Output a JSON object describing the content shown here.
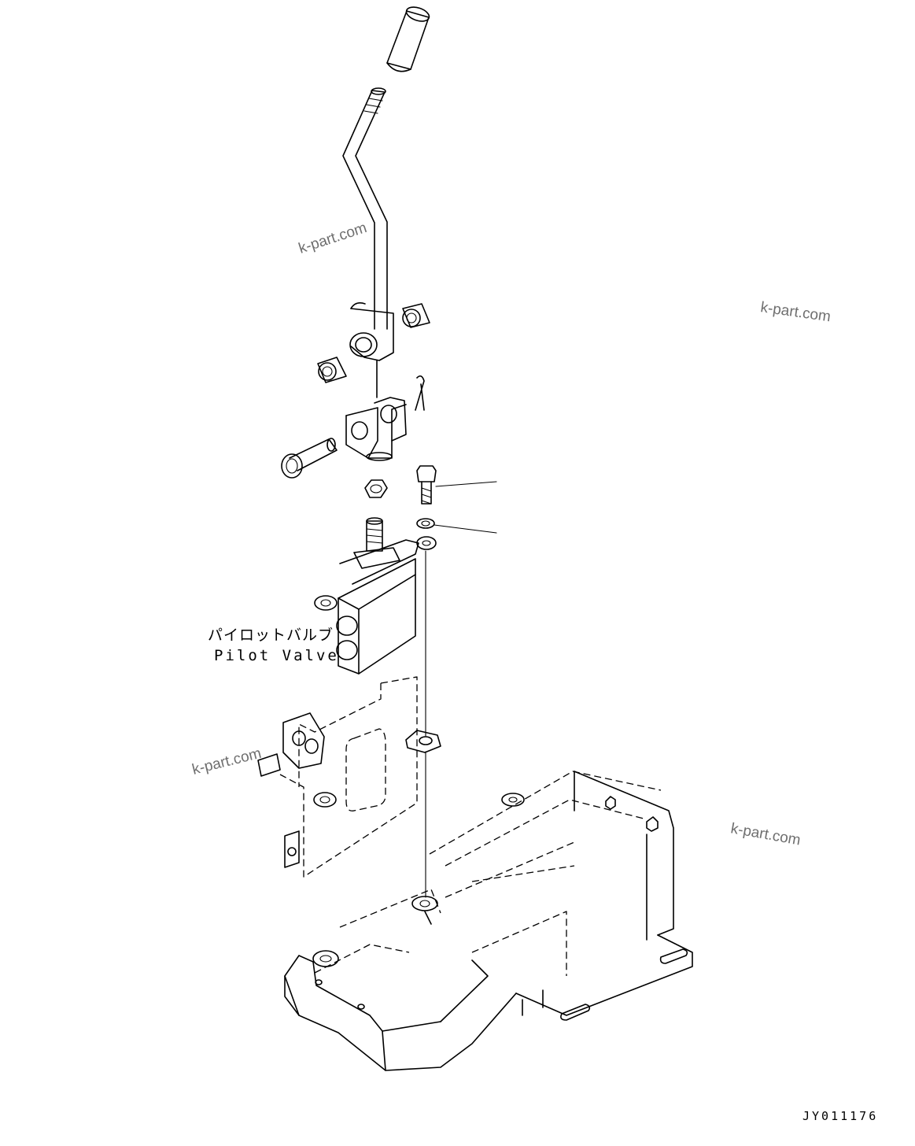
{
  "diagram": {
    "callout_label": {
      "japanese": "パイロットバルブ",
      "english": "Pilot Valve"
    },
    "watermark_text": "k-part.com",
    "drawing_id": "JY011176"
  }
}
